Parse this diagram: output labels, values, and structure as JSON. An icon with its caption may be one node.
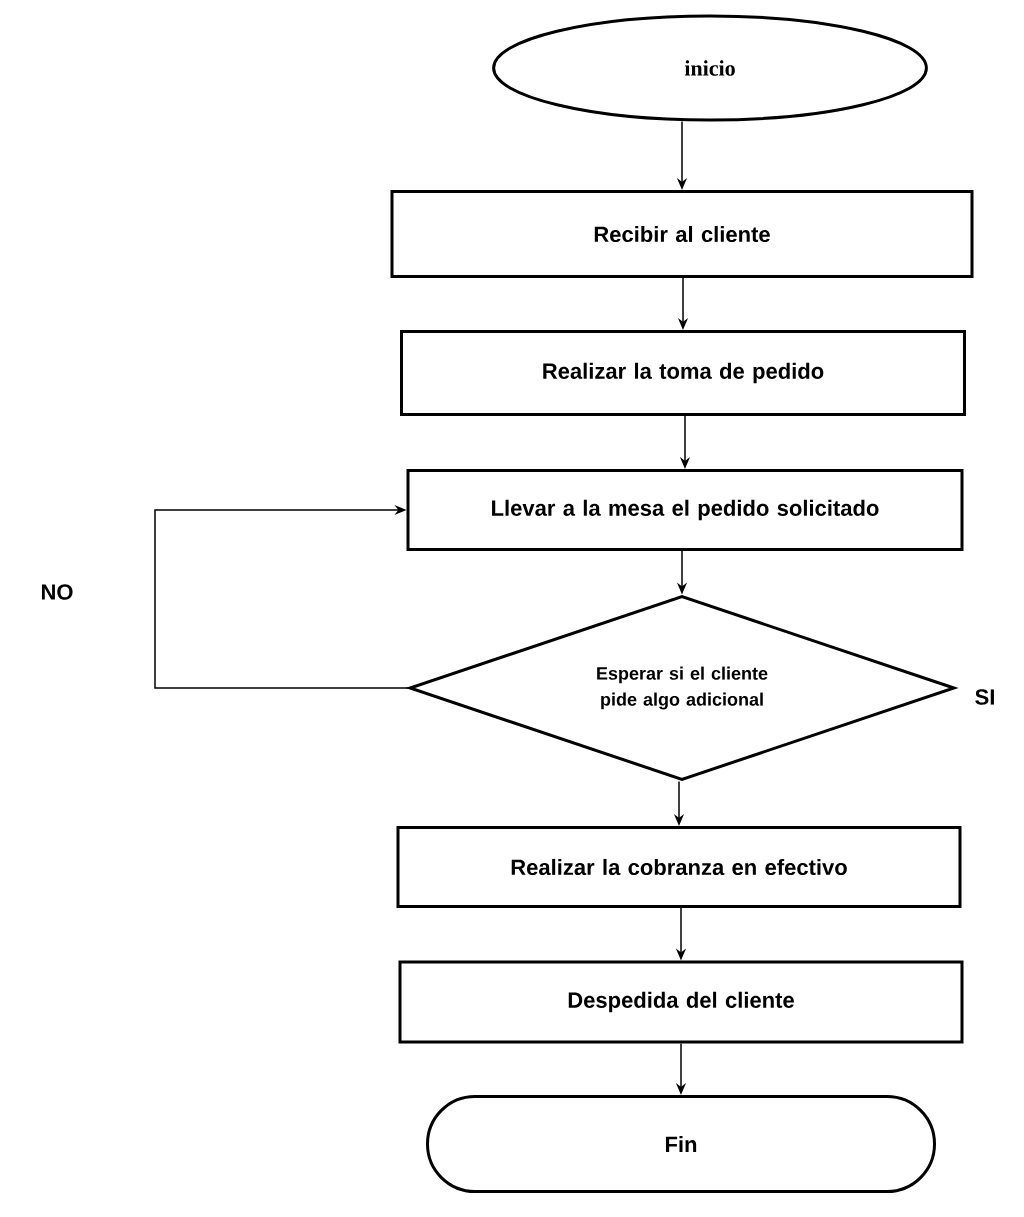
{
  "diagram": {
    "nodes": [
      {
        "text": [
          "inicio"
        ]
      },
      {
        "text": [
          "Recibir al cliente"
        ]
      },
      {
        "text": [
          "Realizar la toma de pedido"
        ]
      },
      {
        "text": [
          "Llevar a la mesa el pedido solicitado"
        ]
      },
      {
        "text": [
          "Esperar si el cliente pide algo adicional"
        ]
      },
      {
        "text": [
          "Realizar la cobranza en efectivo"
        ]
      },
      {
        "text": [
          "Despedida del cliente"
        ]
      },
      {
        "text": [
          "Fin"
        ]
      }
    ],
    "edges": [
      {
        "from": 0,
        "to": 1,
        "arrow": "to"
      },
      {
        "from": 1,
        "to": 2,
        "arrow": "to"
      },
      {
        "from": 2,
        "to": 3,
        "arrow": "to"
      },
      {
        "from": 3,
        "to": 4,
        "arrow": "to"
      },
      {
        "from": 4,
        "to": 3,
        "arrow": "to"
      },
      {
        "from": 4,
        "to": 5,
        "arrow": "to"
      },
      {
        "from": 5,
        "to": 6,
        "arrow": "to"
      },
      {
        "from": 6,
        "to": 7,
        "arrow": "to"
      }
    ],
    "labels": [
      "NO",
      "SI"
    ]
  }
}
